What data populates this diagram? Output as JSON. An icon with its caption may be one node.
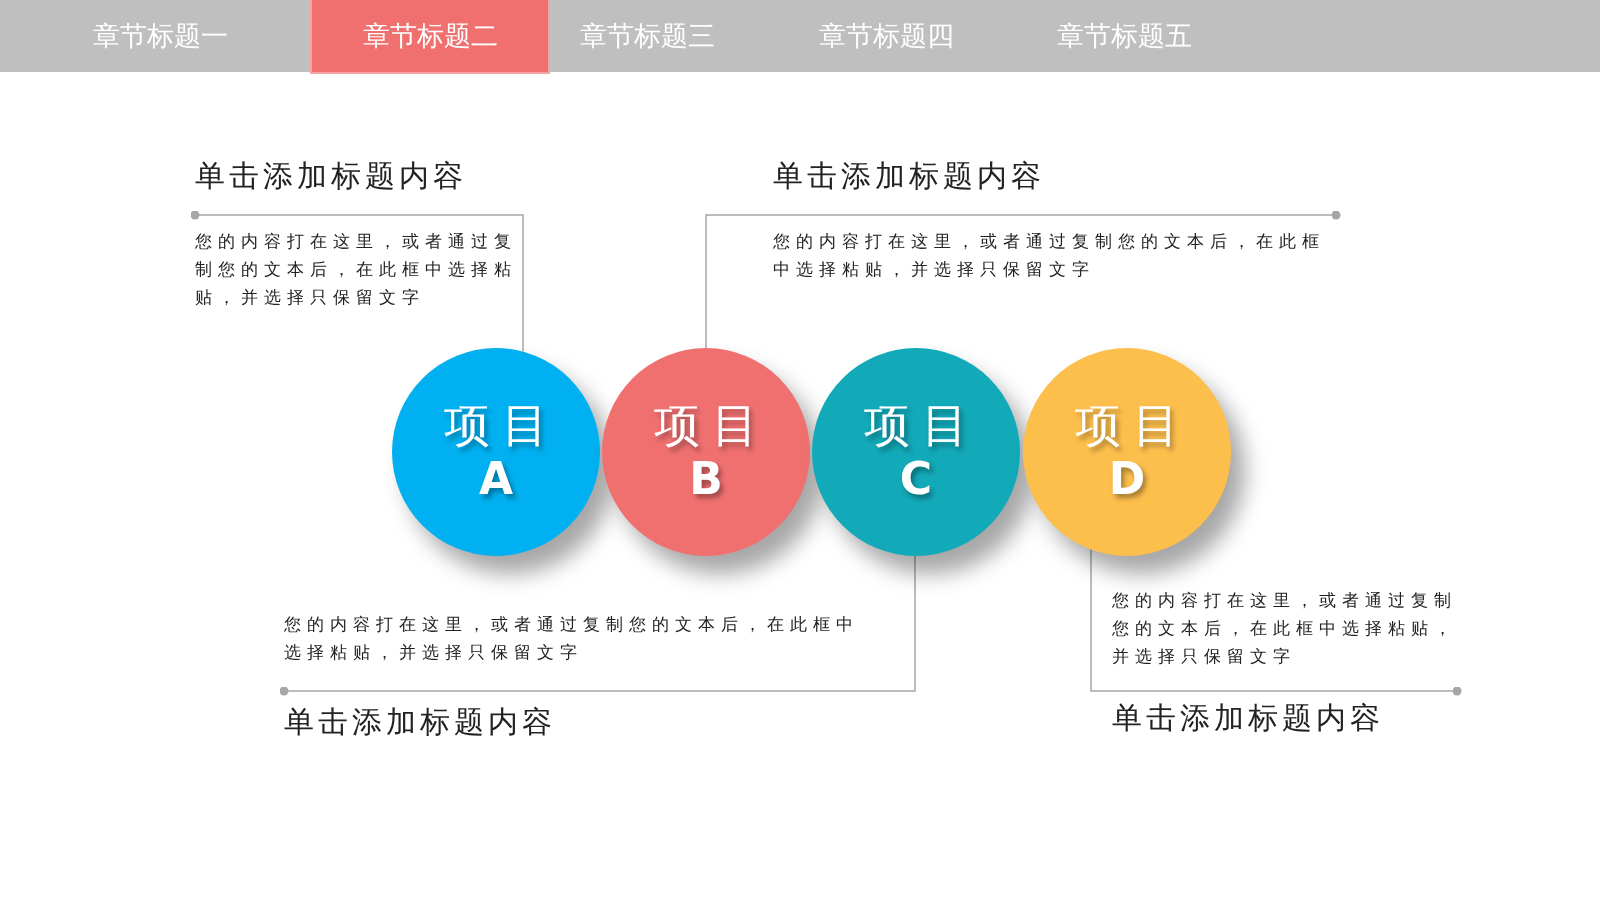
{
  "diagram": {
    "nodes": [
      {
        "text": [
          "章节标题一"
        ]
      },
      {
        "text": [
          "章节标题二"
        ]
      },
      {
        "text": [
          "章节标题三"
        ]
      },
      {
        "text": [
          "章节标题四"
        ]
      },
      {
        "text": [
          "章节标题五"
        ]
      },
      {
        "text": [
          "项目",
          "A"
        ]
      },
      {
        "text": [
          "项目",
          "B"
        ]
      },
      {
        "text": [
          "项目",
          "C"
        ]
      },
      {
        "text": [
          "项目",
          "D"
        ]
      },
      {
        "text": [
          "单击添加标题内容",
          "您的内容打在这里，或者通过复制您的文本后，在此框中选择粘贴，并选择只保留文字"
        ]
      },
      {
        "text": [
          "单击添加标题内容",
          "您的内容打在这里，或者通过复制您的文本后，在此框中选择粘贴，并选择只保留文字"
        ]
      },
      {
        "text": [
          "您的内容打在这里，或者通过复制您的文本后，在此框中选择粘贴，并选择只保留文字",
          "单击添加标题内容"
        ]
      },
      {
        "text": [
          "您的内容打在这里，或者通过复制您的文本后，在此框中选择粘贴，并选择只保留文字",
          "单击添加标题内容"
        ]
      }
    ],
    "edges": [
      {
        "from": 9,
        "to": 5,
        "arrow": "other"
      },
      {
        "from": 10,
        "to": 6,
        "arrow": "other"
      },
      {
        "from": 11,
        "to": 7,
        "arrow": "other"
      },
      {
        "from": 12,
        "to": 8,
        "arrow": "other"
      }
    ]
  }
}
